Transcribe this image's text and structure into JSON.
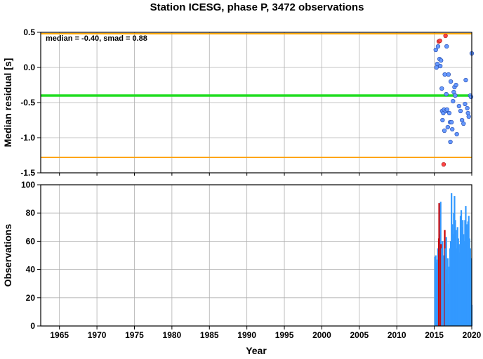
{
  "title": "Station ICESG, phase P, 3472 observations",
  "colors": {
    "median_line": "#22dd22",
    "smad_line": "#ffa500",
    "point_normal": "#6699ff",
    "point_outlier": "#ff4444",
    "bar_normal": "#3399ff",
    "bar_outlier": "#cc0000",
    "grid": "#b0b0b0"
  },
  "chart_data": [
    {
      "type": "scatter",
      "name": "residual-panel",
      "ylabel": "Median residual [s]",
      "annotation": "median = -0.40, smad = 0.88",
      "xlim": [
        1962.5,
        2020
      ],
      "ylim": [
        -1.5,
        0.5
      ],
      "yticks": [
        0.5,
        0.0,
        -0.5,
        -1.0,
        -1.5
      ],
      "ytick_labels": [
        "0.5",
        "0.0",
        "-0.5",
        "-1.0",
        "-1.5"
      ],
      "median": -0.4,
      "upper_bound": 0.48,
      "lower_bound": -1.28,
      "points": [
        {
          "x": 2015.2,
          "y": 0.25,
          "outlier": false
        },
        {
          "x": 2015.3,
          "y": 0.0,
          "outlier": false
        },
        {
          "x": 2015.4,
          "y": 0.05,
          "outlier": false
        },
        {
          "x": 2015.5,
          "y": 0.3,
          "outlier": false
        },
        {
          "x": 2015.6,
          "y": 0.37,
          "outlier": true
        },
        {
          "x": 2015.75,
          "y": 0.38,
          "outlier": true
        },
        {
          "x": 2015.7,
          "y": 0.12,
          "outlier": false
        },
        {
          "x": 2015.8,
          "y": 0.02,
          "outlier": false
        },
        {
          "x": 2015.9,
          "y": 0.1,
          "outlier": false
        },
        {
          "x": 2016.0,
          "y": -0.3,
          "outlier": false
        },
        {
          "x": 2016.05,
          "y": -0.62,
          "outlier": false
        },
        {
          "x": 2016.1,
          "y": -0.75,
          "outlier": false
        },
        {
          "x": 2016.2,
          "y": -0.65,
          "outlier": false
        },
        {
          "x": 2016.25,
          "y": -1.38,
          "outlier": true
        },
        {
          "x": 2016.3,
          "y": -0.6,
          "outlier": false
        },
        {
          "x": 2016.35,
          "y": -0.9,
          "outlier": false
        },
        {
          "x": 2016.4,
          "y": -0.1,
          "outlier": false
        },
        {
          "x": 2016.5,
          "y": 0.45,
          "outlier": true
        },
        {
          "x": 2016.55,
          "y": -0.62,
          "outlier": false
        },
        {
          "x": 2016.6,
          "y": -0.38,
          "outlier": false
        },
        {
          "x": 2016.65,
          "y": 0.3,
          "outlier": false
        },
        {
          "x": 2016.7,
          "y": -0.6,
          "outlier": false
        },
        {
          "x": 2016.8,
          "y": -0.85,
          "outlier": false
        },
        {
          "x": 2016.9,
          "y": -0.1,
          "outlier": false
        },
        {
          "x": 2017.0,
          "y": -0.65,
          "outlier": false
        },
        {
          "x": 2017.1,
          "y": -0.78,
          "outlier": false
        },
        {
          "x": 2017.15,
          "y": -1.06,
          "outlier": false
        },
        {
          "x": 2017.2,
          "y": -0.2,
          "outlier": false
        },
        {
          "x": 2017.3,
          "y": -0.78,
          "outlier": false
        },
        {
          "x": 2017.4,
          "y": -0.88,
          "outlier": false
        },
        {
          "x": 2017.5,
          "y": -0.48,
          "outlier": false
        },
        {
          "x": 2017.6,
          "y": -0.35,
          "outlier": false
        },
        {
          "x": 2017.7,
          "y": -0.28,
          "outlier": false
        },
        {
          "x": 2017.8,
          "y": -0.4,
          "outlier": false
        },
        {
          "x": 2017.9,
          "y": -0.25,
          "outlier": false
        },
        {
          "x": 2018.0,
          "y": -0.95,
          "outlier": false
        },
        {
          "x": 2018.3,
          "y": -0.55,
          "outlier": false
        },
        {
          "x": 2018.5,
          "y": -0.62,
          "outlier": false
        },
        {
          "x": 2018.7,
          "y": -0.75,
          "outlier": false
        },
        {
          "x": 2018.9,
          "y": -0.8,
          "outlier": false
        },
        {
          "x": 2019.1,
          "y": -0.52,
          "outlier": false
        },
        {
          "x": 2019.2,
          "y": -0.18,
          "outlier": false
        },
        {
          "x": 2019.4,
          "y": -0.58,
          "outlier": false
        },
        {
          "x": 2019.5,
          "y": -0.65,
          "outlier": false
        },
        {
          "x": 2019.6,
          "y": -0.7,
          "outlier": false
        },
        {
          "x": 2019.8,
          "y": -0.4,
          "outlier": false
        },
        {
          "x": 2019.9,
          "y": -0.42,
          "outlier": false
        },
        {
          "x": 2020.0,
          "y": 0.2,
          "outlier": false
        }
      ]
    },
    {
      "type": "bar",
      "name": "observations-panel",
      "xlabel": "Year",
      "ylabel": "Observations",
      "xlim": [
        1962.5,
        2020
      ],
      "ylim": [
        0,
        100
      ],
      "xticks": [
        1965,
        1970,
        1975,
        1980,
        1985,
        1990,
        1995,
        2000,
        2005,
        2010,
        2015,
        2020
      ],
      "yticks": [
        0,
        20,
        40,
        60,
        80,
        100
      ],
      "bars": [
        {
          "x": 2015.1,
          "y": 49,
          "outlier": false
        },
        {
          "x": 2015.2,
          "y": 50,
          "outlier": false
        },
        {
          "x": 2015.3,
          "y": 45,
          "outlier": false
        },
        {
          "x": 2015.4,
          "y": 47,
          "outlier": false
        },
        {
          "x": 2015.5,
          "y": 55,
          "outlier": false
        },
        {
          "x": 2015.6,
          "y": 62,
          "outlier": true
        },
        {
          "x": 2015.65,
          "y": 87,
          "outlier": true
        },
        {
          "x": 2015.75,
          "y": 65,
          "outlier": true
        },
        {
          "x": 2015.85,
          "y": 88,
          "outlier": false
        },
        {
          "x": 2015.9,
          "y": 58,
          "outlier": true
        },
        {
          "x": 2016.0,
          "y": 55,
          "outlier": false
        },
        {
          "x": 2016.1,
          "y": 60,
          "outlier": false
        },
        {
          "x": 2016.2,
          "y": 50,
          "outlier": false
        },
        {
          "x": 2016.3,
          "y": 45,
          "outlier": false
        },
        {
          "x": 2016.4,
          "y": 68,
          "outlier": true
        },
        {
          "x": 2016.5,
          "y": 55,
          "outlier": false
        },
        {
          "x": 2016.6,
          "y": 63,
          "outlier": false
        },
        {
          "x": 2016.7,
          "y": 40,
          "outlier": false
        },
        {
          "x": 2016.8,
          "y": 48,
          "outlier": false
        },
        {
          "x": 2016.9,
          "y": 30,
          "outlier": false
        },
        {
          "x": 2017.0,
          "y": 42,
          "outlier": false
        },
        {
          "x": 2017.1,
          "y": 55,
          "outlier": false
        },
        {
          "x": 2017.2,
          "y": 60,
          "outlier": false
        },
        {
          "x": 2017.3,
          "y": 94,
          "outlier": false
        },
        {
          "x": 2017.4,
          "y": 72,
          "outlier": false
        },
        {
          "x": 2017.5,
          "y": 65,
          "outlier": false
        },
        {
          "x": 2017.6,
          "y": 80,
          "outlier": false
        },
        {
          "x": 2017.7,
          "y": 92,
          "outlier": false
        },
        {
          "x": 2017.8,
          "y": 75,
          "outlier": false
        },
        {
          "x": 2017.9,
          "y": 68,
          "outlier": false
        },
        {
          "x": 2018.0,
          "y": 55,
          "outlier": false
        },
        {
          "x": 2018.1,
          "y": 70,
          "outlier": false
        },
        {
          "x": 2018.2,
          "y": 62,
          "outlier": false
        },
        {
          "x": 2018.3,
          "y": 58,
          "outlier": false
        },
        {
          "x": 2018.4,
          "y": 52,
          "outlier": false
        },
        {
          "x": 2018.5,
          "y": 78,
          "outlier": false
        },
        {
          "x": 2018.6,
          "y": 82,
          "outlier": false
        },
        {
          "x": 2018.7,
          "y": 70,
          "outlier": false
        },
        {
          "x": 2018.8,
          "y": 75,
          "outlier": false
        },
        {
          "x": 2018.9,
          "y": 65,
          "outlier": false
        },
        {
          "x": 2019.0,
          "y": 60,
          "outlier": false
        },
        {
          "x": 2019.1,
          "y": 75,
          "outlier": false
        },
        {
          "x": 2019.2,
          "y": 85,
          "outlier": false
        },
        {
          "x": 2019.3,
          "y": 72,
          "outlier": false
        },
        {
          "x": 2019.4,
          "y": 68,
          "outlier": false
        },
        {
          "x": 2019.5,
          "y": 74,
          "outlier": false
        },
        {
          "x": 2019.6,
          "y": 78,
          "outlier": false
        },
        {
          "x": 2019.7,
          "y": 62,
          "outlier": false
        },
        {
          "x": 2019.8,
          "y": 55,
          "outlier": false
        },
        {
          "x": 2019.9,
          "y": 48,
          "outlier": false
        },
        {
          "x": 2020.0,
          "y": 15,
          "outlier": false
        }
      ]
    }
  ]
}
